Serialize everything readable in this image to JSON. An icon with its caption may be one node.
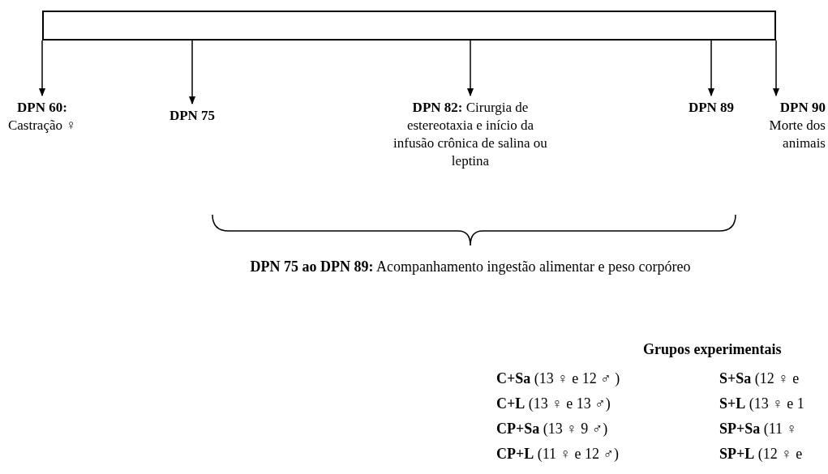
{
  "diagram": {
    "nodes": [
      {
        "text": [],
        "shape": "bar"
      },
      {
        "text": [
          "**DPN 60:**",
          "Castração ♀"
        ]
      },
      {
        "text": [
          "**DPN 75**"
        ]
      },
      {
        "text": [
          "**DPN 82:** Cirurgia de estereotaxia e início da infusão crônica de salina ou leptina"
        ]
      },
      {
        "text": [
          "**DPN 89**"
        ]
      },
      {
        "text": [
          "**DPN 90**",
          "Morte dos animais"
        ]
      }
    ],
    "edges": [
      {
        "from": 0,
        "to": 1,
        "arrow": "to"
      },
      {
        "from": 0,
        "to": 2,
        "arrow": "to"
      },
      {
        "from": 0,
        "to": 3,
        "arrow": "to"
      },
      {
        "from": 0,
        "to": 4,
        "arrow": "to"
      },
      {
        "from": 0,
        "to": 5,
        "arrow": "to"
      }
    ],
    "labels": [
      "**DPN 75 ao DPN 89:** Acompanhamento ingestão alimentar e peso corpóreo",
      "Grupos experimentais",
      "**C+Sa** (13 ♀ e 12 ♂ )",
      "**S+Sa** (12 ♀ e",
      "**C+L** (13 ♀ e 13 ♂)",
      "**S+L** (13 ♀ e 1",
      "**CP+Sa** (13 ♀ 9 ♂)",
      "**SP+Sa** (11 ♀",
      "**CP+L** (11 ♀ e 12 ♂)",
      "**SP+L** (12 ♀ e"
    ]
  }
}
